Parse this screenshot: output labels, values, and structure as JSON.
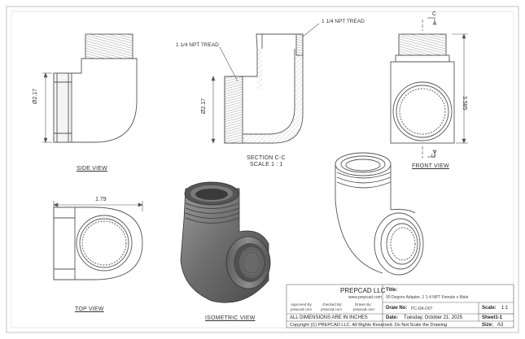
{
  "views": {
    "side": "SIDE VIEW",
    "section_line1": "SECTION C-C",
    "section_line2": "SCALE 1 : 1",
    "front": "FRONT VIEW",
    "top": "TOP VIEW",
    "isometric": "ISOMETRIC VIEW"
  },
  "callouts": {
    "thread_top": "1 1/4 NPT TREAD",
    "thread_left": "1 1/4 NPT TREAD"
  },
  "dimensions": {
    "side_dia": "Ø2.17",
    "section_dia": "Ø2.17",
    "front_height": "3.585",
    "top_width": "1.79",
    "section_mark_top": "C",
    "section_mark_bottom": "C"
  },
  "title_block": {
    "company": "PREPCAD LLC",
    "website": "www.prepcad.com",
    "approved_label": "Approved By:",
    "approved_value": "prepcad.com",
    "checked_label": "checked By:",
    "checked_value": "prepcad.com",
    "drawn_label": "Drawn By:",
    "drawn_value": "prepcad.com",
    "units_note": "ALL DIMENSIONS ARE IN INCHES",
    "copyright": "Copyright (C)  PREPCAD LLC. All Rights Reserved. Do Not Scale the Drawing",
    "title_label": "Title:",
    "title_value": "90 Degree Adapter, 1 1-4 NPT Female x Male",
    "draw_no_label": "Draw No:",
    "draw_no_value": "PC-DA-D07",
    "date_label": "Date:",
    "date_value": "Tuesday, October 21, 2025",
    "scale_label": "Scale:",
    "scale_value": "1:1",
    "sheet_label": "Sheet1-1",
    "size_label": "Size:",
    "size_value": "A3"
  }
}
